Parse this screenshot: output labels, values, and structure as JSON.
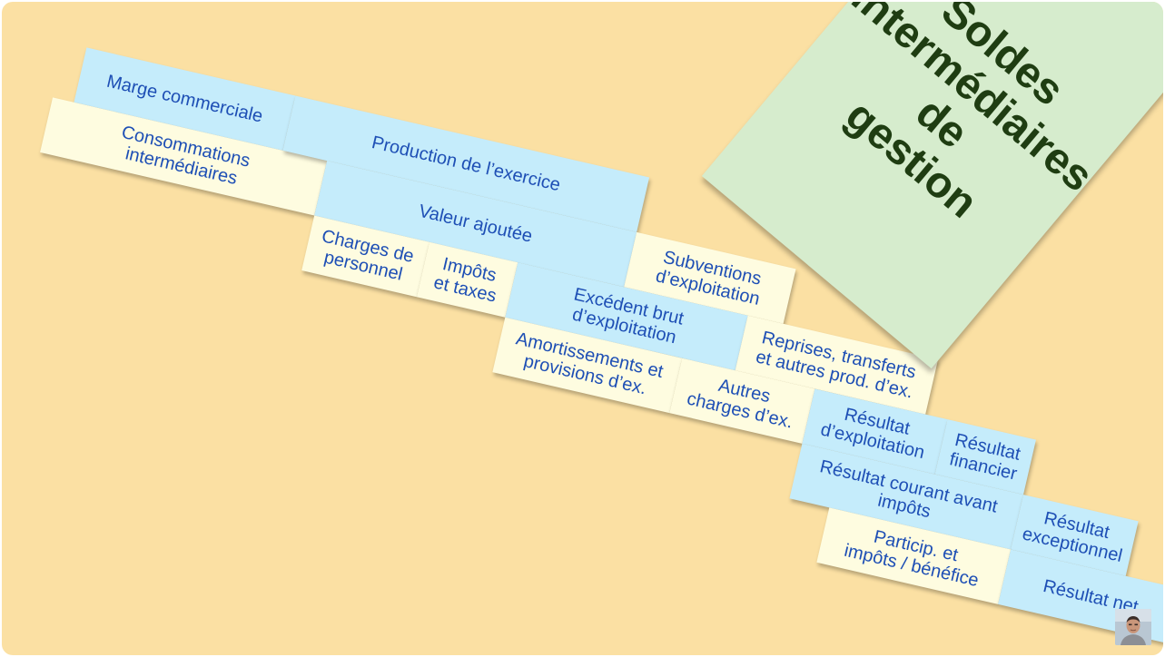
{
  "title": "Soldes\nintermédiaires de\ngestion",
  "boxes": {
    "marge_commerciale": "Marge commerciale",
    "consommations_intermediaires": "Consommations\nintermédiaires",
    "production_exercice": "Production de l’exercice",
    "valeur_ajoutee": "Valeur ajoutée",
    "charges_personnel": "Charges de\npersonnel",
    "impots_taxes": "Impôts\net taxes",
    "subventions_exploitation": "Subventions\nd’exploitation",
    "ebe": "Excédent brut\nd’exploitation",
    "amortissements_provisions": "Amortissements et\nprovisions d’ex.",
    "reprises_transferts": "Reprises, transferts\net autres prod. d’ex.",
    "autres_charges": "Autres\ncharges d’ex.",
    "resultat_exploitation": "Résultat\nd’exploitation",
    "resultat_financier": "Résultat\nfinancier",
    "rcai": "Résultat courant avant\nimpôts",
    "resultat_exceptionnel": "Résultat\nexceptionnel",
    "particip_impots": "Particip. et\nimpôts / bénéfice",
    "resultat_net": "Résultat net"
  },
  "colors": {
    "background": "#fbe0a3",
    "soldes_box": "#c5ecfb",
    "flux_box": "#fefce0",
    "title_card": "#d6eccd",
    "text": "#1e4fb5",
    "title_text": "#1f3d12"
  }
}
